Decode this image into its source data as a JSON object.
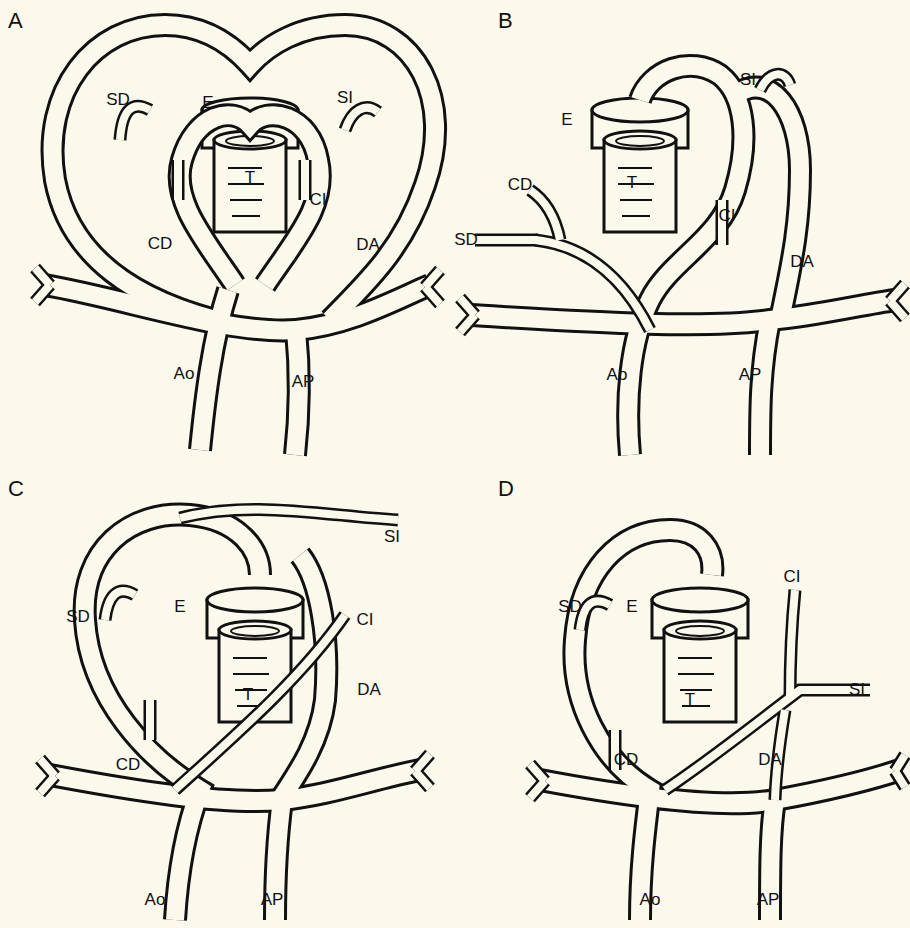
{
  "diagram": {
    "labels": [
      "A",
      "SD",
      "E",
      "SI",
      "T",
      "CI",
      "CD",
      "DA",
      "Ao",
      "AP",
      "B",
      "E",
      "SI",
      "CD",
      "T",
      "CI",
      "SD",
      "DA",
      "Ao",
      "AP",
      "C",
      "SI",
      "SD",
      "E",
      "CI",
      "T",
      "DA",
      "CD",
      "Ao",
      "AP",
      "D",
      "SD",
      "E",
      "CI",
      "T",
      "SI",
      "CD",
      "DA",
      "Ao",
      "AP"
    ]
  }
}
